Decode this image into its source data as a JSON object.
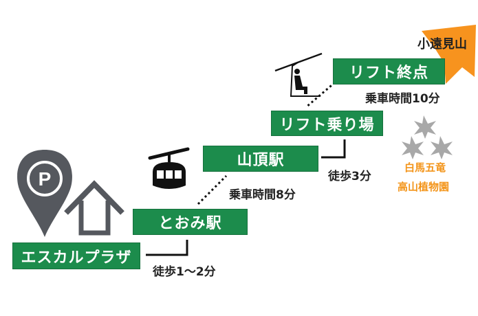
{
  "stations": {
    "escal_plaza": "エスカルプラザ",
    "toomi": "とおみ駅",
    "sancho": "山頂駅",
    "lift_start": "リフト乗り場",
    "lift_end": "リフト終点",
    "summit": "小遠見山"
  },
  "durations": {
    "walk_1": "徒歩1〜2分",
    "ride_gondola": "乗車時間8分",
    "walk_2": "徒歩3分",
    "ride_lift": "乗車時間10分"
  },
  "garden": {
    "line1": "白馬五竜",
    "line2": "高山植物園"
  },
  "colors": {
    "green": "#1c8c4c",
    "orange": "#f7931e",
    "icon_gray": "#55585e",
    "lily_gray": "#a8a8a8"
  }
}
